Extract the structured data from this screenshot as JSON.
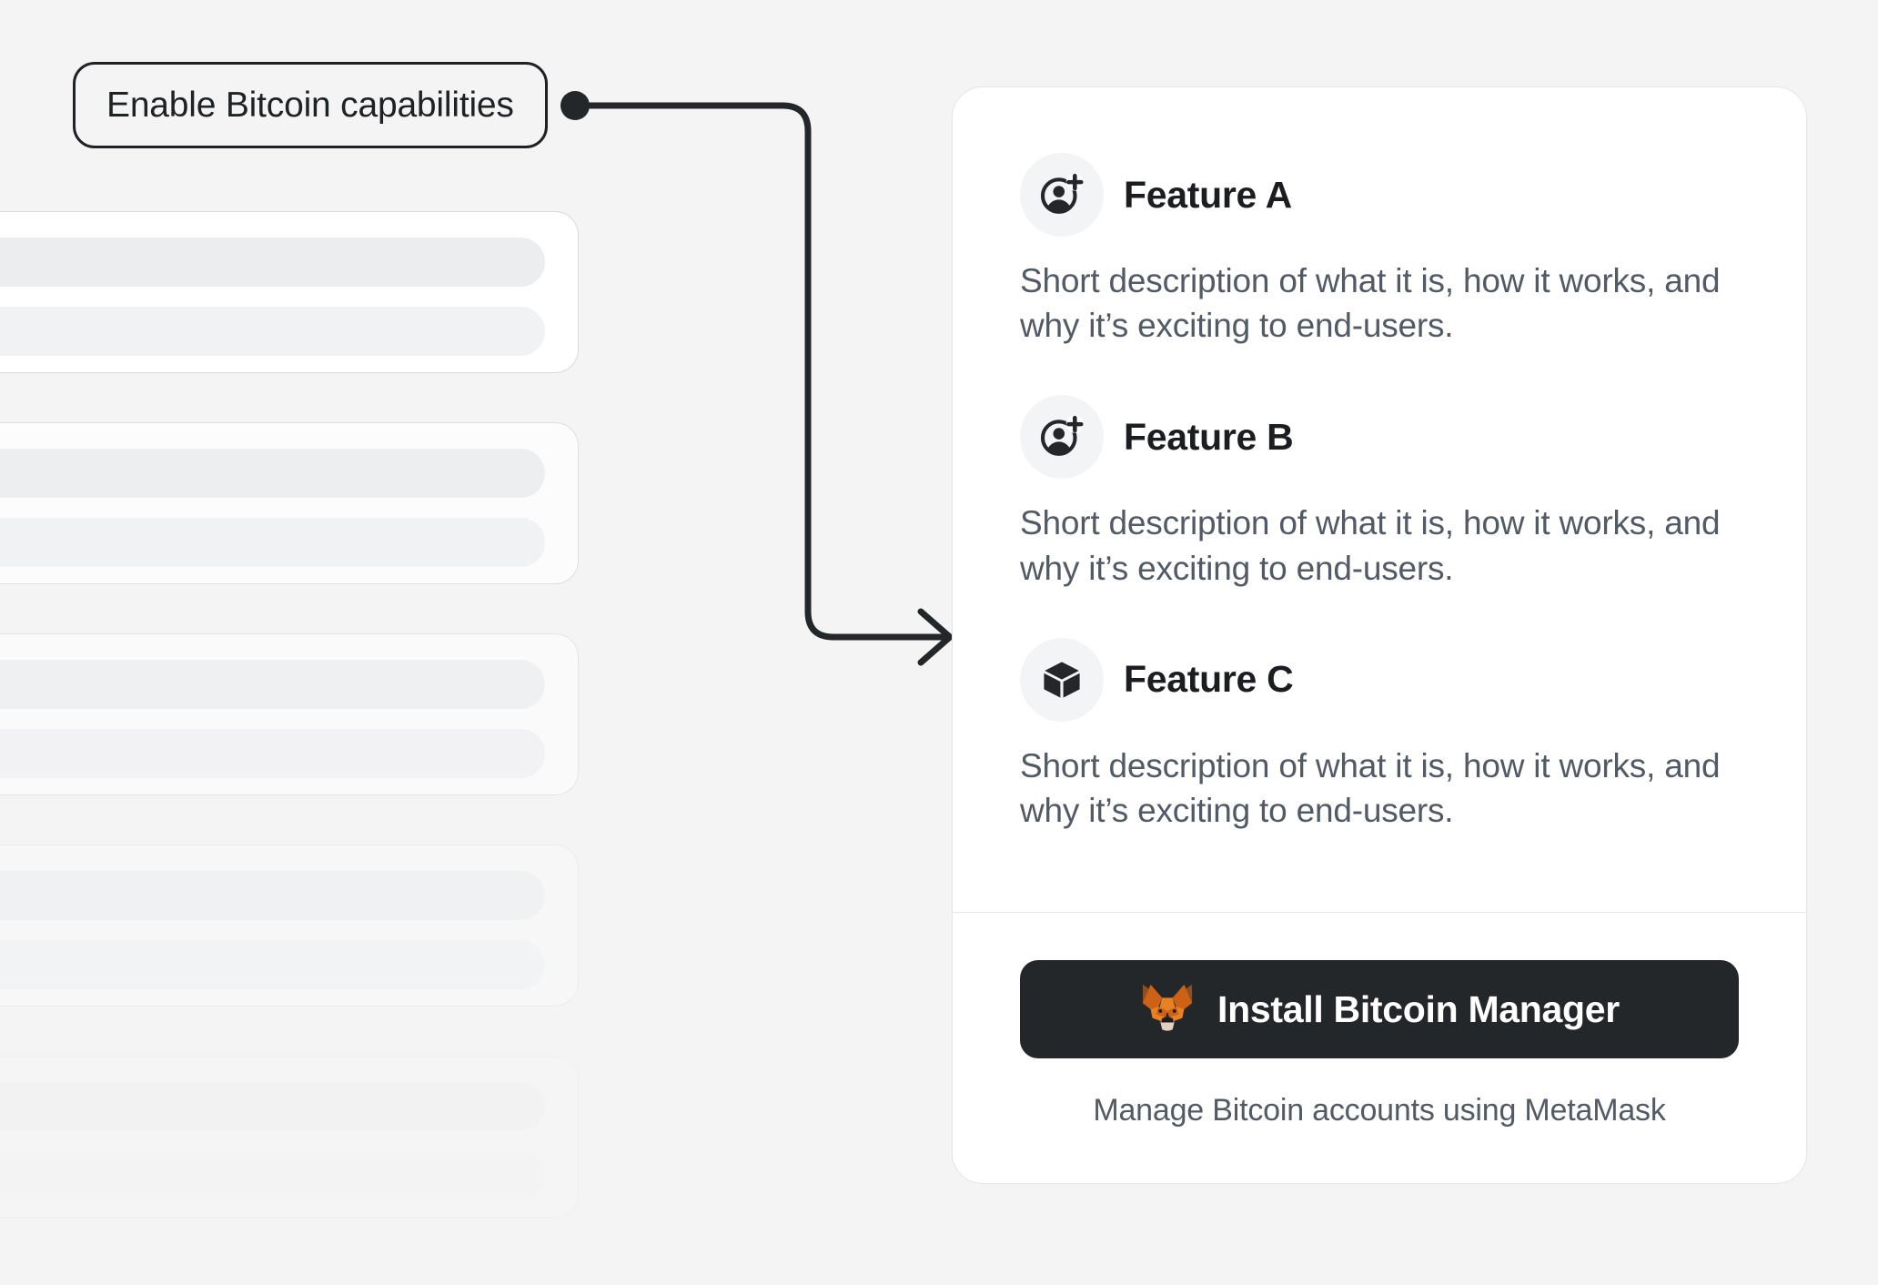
{
  "theme": {
    "background": "#f4f4f4",
    "card_background": "#ffffff",
    "card_border": "#e2e4e7",
    "text_dark": "#1b1d20",
    "text_muted": "#525a65",
    "button_background": "#24272a",
    "button_text": "#ffffff",
    "icon_circle_background": "#f2f4f6",
    "connector_stroke": "#24272a",
    "skeleton_bar_strong": "#ebedef",
    "skeleton_bar_faint": "#f1f2f4",
    "fox_orange": "#e88124",
    "fox_dark_orange": "#cd6116",
    "fox_brown": "#8d4f22",
    "fox_cream": "#e4cfc0"
  },
  "annotation": {
    "label": "Enable Bitcoin capabilities",
    "connector": {
      "from": "annotation-pill",
      "to": "feature-card",
      "style": "elbow-with-arrowhead"
    }
  },
  "skeleton": {
    "card_count": 5,
    "bars_per_card": 2,
    "fade": "top-to-bottom"
  },
  "feature_card": {
    "features": [
      {
        "icon": "add-account-icon",
        "title": "Feature A",
        "description": "Short description of what it is, how it works, and why it’s exciting to end-users."
      },
      {
        "icon": "add-account-icon",
        "title": "Feature B",
        "description": "Short description of what it is, how it works, and why it’s exciting to end-users."
      },
      {
        "icon": "cube-icon",
        "title": "Feature C",
        "description": "Short description of what it is, how it works, and why it’s exciting to end-users."
      }
    ],
    "footer": {
      "install_button_label": "Install Bitcoin Manager",
      "install_button_icon": "metamask-fox-icon",
      "caption": "Manage Bitcoin accounts using MetaMask"
    }
  }
}
